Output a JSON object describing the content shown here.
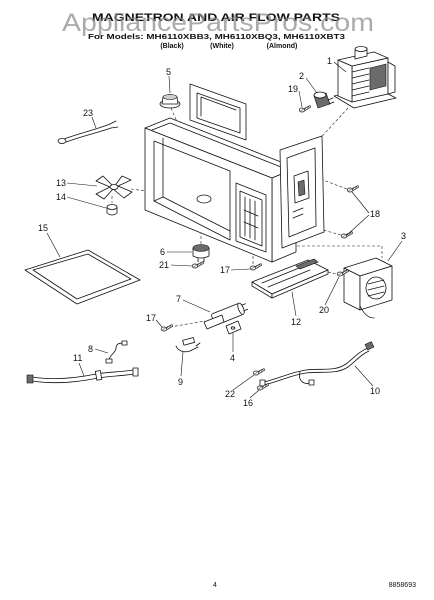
{
  "watermark": "AppliancePartsPros.com",
  "header": {
    "title": "MAGNETRON AND AIR FLOW PARTS",
    "models": "For Models: MH6110XBB3, MH6110XBQ3, MH6110XBT3",
    "colors": [
      "(Black)",
      "(White)",
      "(Almond)"
    ]
  },
  "callouts": [
    "1",
    "2",
    "19",
    "5",
    "23",
    "13",
    "14",
    "15",
    "6",
    "21",
    "17",
    "7",
    "17",
    "8",
    "11",
    "9",
    "4",
    "18",
    "3",
    "20",
    "12",
    "22",
    "16",
    "10"
  ],
  "footer": {
    "page_number": "4",
    "part_code": "8858693"
  }
}
